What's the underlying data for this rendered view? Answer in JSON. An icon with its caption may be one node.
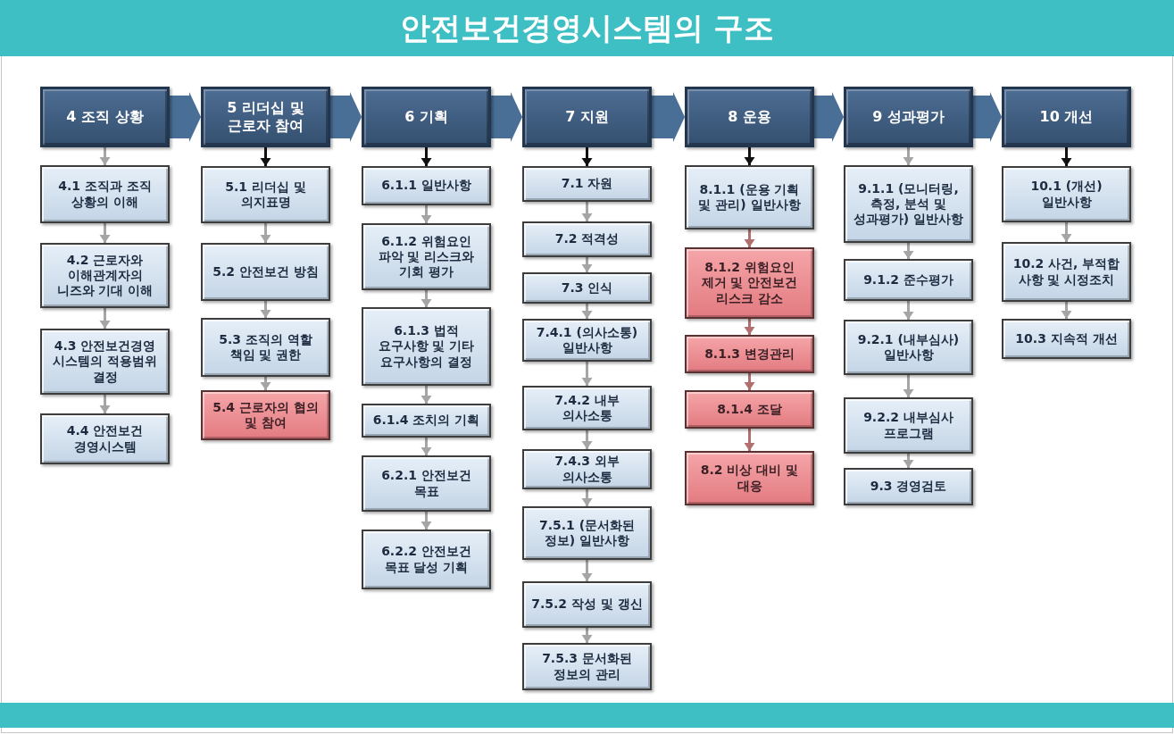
{
  "diagram": {
    "title": "안전보건경영시스템의 구조",
    "nodes": [
      {
        "text": [
          "4 조직 상황"
        ]
      },
      {
        "text": [
          "4.1 조직과 조직 상황의 이해"
        ]
      },
      {
        "text": [
          "4.2 근로자와 이해관계자의 니즈와 기대 이해"
        ]
      },
      {
        "text": [
          "4.3 안전보건경영 시스템의 적용범위 결정"
        ]
      },
      {
        "text": [
          "4.4 안전보건 경영시스템"
        ]
      },
      {
        "text": [
          "5 리더십 및 근로자 참여"
        ]
      },
      {
        "text": [
          "5.1 리더십 및 의지표명"
        ]
      },
      {
        "text": [
          "5.2 안전보건 방침"
        ]
      },
      {
        "text": [
          "5.3 조직의 역할 책임 및 권한"
        ]
      },
      {
        "text": [
          "5.4 근로자의 협의 및 참여"
        ]
      },
      {
        "text": [
          "6 기획"
        ]
      },
      {
        "text": [
          "6.1.1 일반사항"
        ]
      },
      {
        "text": [
          "6.1.2 위험요인 파악 및 리스크와 기회 평가"
        ]
      },
      {
        "text": [
          "6.1.3 법적 요구사항 및 기타 요구사항의 결정"
        ]
      },
      {
        "text": [
          "6.1.4 조치의 기획"
        ]
      },
      {
        "text": [
          "6.2.1 안전보건 목표"
        ]
      },
      {
        "text": [
          "6.2.2 안전보건 목표 달성 기획"
        ]
      },
      {
        "text": [
          "7 지원"
        ]
      },
      {
        "text": [
          "7.1 자원"
        ]
      },
      {
        "text": [
          "7.2 적격성"
        ]
      },
      {
        "text": [
          "7.3 인식"
        ]
      },
      {
        "text": [
          "7.4.1 (의사소통) 일반사항"
        ]
      },
      {
        "text": [
          "7.4.2 내부 의사소통"
        ]
      },
      {
        "text": [
          "7.4.3 외부 의사소통"
        ]
      },
      {
        "text": [
          "7.5.1 (문서화된 정보) 일반사항"
        ]
      },
      {
        "text": [
          "7.5.2 작성 및 갱신"
        ]
      },
      {
        "text": [
          "7.5.3 문서화된 정보의 관리"
        ]
      },
      {
        "text": [
          "8 운용"
        ]
      },
      {
        "text": [
          "8.1.1 (운용 기획 및 관리) 일반사항"
        ]
      },
      {
        "text": [
          "8.1.2 위험요인 제거 및 안전보건 리스크 감소"
        ]
      },
      {
        "text": [
          "8.1.3 변경관리"
        ]
      },
      {
        "text": [
          "8.1.4 조달"
        ]
      },
      {
        "text": [
          "8.2 비상 대비 및 대응"
        ]
      },
      {
        "text": [
          "9 성과평가"
        ]
      },
      {
        "text": [
          "9.1.1 (모니터링, 측정, 분석 및 성과평가) 일반사항"
        ]
      },
      {
        "text": [
          "9.1.2 준수평가"
        ]
      },
      {
        "text": [
          "9.2.1 (내부심사) 일반사항"
        ]
      },
      {
        "text": [
          "9.2.2 내부심사 프로그램"
        ]
      },
      {
        "text": [
          "9.3 경영검토"
        ]
      },
      {
        "text": [
          "10 개선"
        ]
      },
      {
        "text": [
          "10.1 (개선) 일반사항"
        ]
      },
      {
        "text": [
          "10.2 사건, 부적합 사항 및 시정조치"
        ]
      },
      {
        "text": [
          "10.3 지속적 개선"
        ]
      }
    ],
    "edges": [
      {
        "from": 0,
        "to": 5,
        "arrow": "to",
        "style": "thick",
        "color": "#4a6f96"
      },
      {
        "from": 5,
        "to": 10,
        "arrow": "to",
        "style": "thick",
        "color": "#4a6f96"
      },
      {
        "from": 10,
        "to": 17,
        "arrow": "to",
        "style": "thick",
        "color": "#4a6f96"
      },
      {
        "from": 17,
        "to": 27,
        "arrow": "to",
        "style": "thick",
        "color": "#4a6f96"
      },
      {
        "from": 27,
        "to": 33,
        "arrow": "to",
        "style": "thick",
        "color": "#4a6f96"
      },
      {
        "from": 33,
        "to": 39,
        "arrow": "to",
        "style": "thick",
        "color": "#4a6f96"
      },
      {
        "from": 0,
        "to": 1,
        "arrow": "to"
      },
      {
        "from": 1,
        "to": 2,
        "arrow": "to"
      },
      {
        "from": 2,
        "to": 3,
        "arrow": "to"
      },
      {
        "from": 3,
        "to": 4,
        "arrow": "to"
      },
      {
        "from": 5,
        "to": 6,
        "arrow": "to",
        "color": "#111111"
      },
      {
        "from": 6,
        "to": 7,
        "arrow": "to"
      },
      {
        "from": 7,
        "to": 8,
        "arrow": "to"
      },
      {
        "from": 8,
        "to": 9,
        "arrow": "to"
      },
      {
        "from": 10,
        "to": 11,
        "arrow": "to",
        "color": "#111111"
      },
      {
        "from": 11,
        "to": 12,
        "arrow": "to"
      },
      {
        "from": 12,
        "to": 13,
        "arrow": "to"
      },
      {
        "from": 13,
        "to": 14,
        "arrow": "to"
      },
      {
        "from": 14,
        "to": 15,
        "arrow": "to"
      },
      {
        "from": 15,
        "to": 16,
        "arrow": "to"
      },
      {
        "from": 17,
        "to": 18,
        "arrow": "to",
        "color": "#111111"
      },
      {
        "from": 18,
        "to": 19,
        "arrow": "to"
      },
      {
        "from": 19,
        "to": 20,
        "arrow": "to"
      },
      {
        "from": 20,
        "to": 21,
        "arrow": "to"
      },
      {
        "from": 21,
        "to": 22,
        "arrow": "to"
      },
      {
        "from": 22,
        "to": 23,
        "arrow": "to"
      },
      {
        "from": 23,
        "to": 24,
        "arrow": "to"
      },
      {
        "from": 24,
        "to": 25,
        "arrow": "to"
      },
      {
        "from": 25,
        "to": 26,
        "arrow": "to"
      },
      {
        "from": 27,
        "to": 28,
        "arrow": "to",
        "color": "#111111"
      },
      {
        "from": 28,
        "to": 29,
        "arrow": "to",
        "color": "#b26f6f"
      },
      {
        "from": 29,
        "to": 30,
        "arrow": "to",
        "color": "#b26f6f"
      },
      {
        "from": 30,
        "to": 31,
        "arrow": "to",
        "color": "#b26f6f"
      },
      {
        "from": 31,
        "to": 32,
        "arrow": "to",
        "color": "#b26f6f"
      },
      {
        "from": 33,
        "to": 34,
        "arrow": "to"
      },
      {
        "from": 34,
        "to": 35,
        "arrow": "to"
      },
      {
        "from": 35,
        "to": 36,
        "arrow": "to"
      },
      {
        "from": 36,
        "to": 37,
        "arrow": "to"
      },
      {
        "from": 37,
        "to": 38,
        "arrow": "to"
      },
      {
        "from": 39,
        "to": 40,
        "arrow": "to",
        "color": "#111111"
      },
      {
        "from": 40,
        "to": 41,
        "arrow": "to"
      },
      {
        "from": 41,
        "to": 42,
        "arrow": "to"
      }
    ]
  }
}
